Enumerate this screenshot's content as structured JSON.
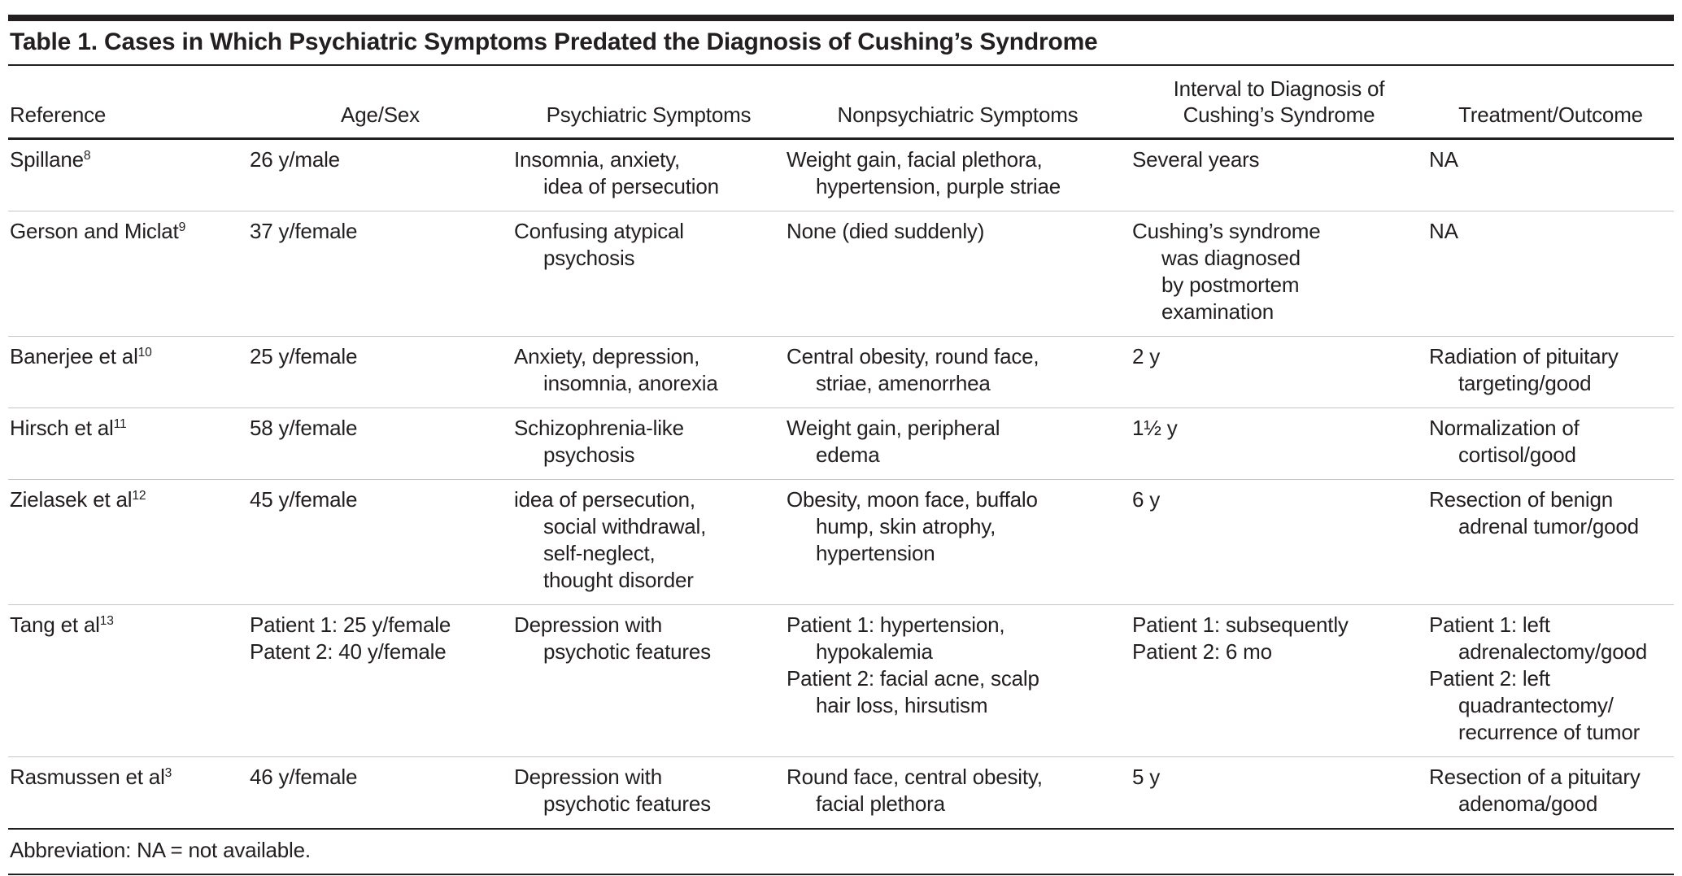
{
  "colors": {
    "text": "#231f20",
    "heavy_rule": "#231f20",
    "row_rule": "#c6c6c6",
    "background": "#ffffff"
  },
  "table": {
    "title": "Table 1. Cases in Which Psychiatric Symptoms Predated the Diagnosis of Cushing’s Syndrome",
    "columns": [
      "Reference",
      "Age/Sex",
      "Psychiatric Symptoms",
      "Nonpsychiatric Symptoms",
      "Interval to Diagnosis of Cushing’s Syndrome",
      "Treatment/Outcome"
    ],
    "rows": [
      {
        "reference": {
          "text": "Spillane",
          "sup": "8"
        },
        "age_sex": [
          [
            "26 y/male"
          ]
        ],
        "psychiatric": [
          [
            "Insomnia, anxiety,",
            "idea of persecution"
          ]
        ],
        "nonpsychiatric": [
          [
            "Weight gain, facial plethora,",
            "hypertension, purple striae"
          ]
        ],
        "interval": [
          [
            "Several years"
          ]
        ],
        "treatment": [
          [
            "NA"
          ]
        ]
      },
      {
        "reference": {
          "text": "Gerson and Miclat",
          "sup": "9"
        },
        "age_sex": [
          [
            "37 y/female"
          ]
        ],
        "psychiatric": [
          [
            "Confusing atypical",
            "psychosis"
          ]
        ],
        "nonpsychiatric": [
          [
            "None (died suddenly)"
          ]
        ],
        "interval": [
          [
            "Cushing’s syndrome",
            "was diagnosed",
            "by postmortem",
            "examination"
          ]
        ],
        "treatment": [
          [
            "NA"
          ]
        ]
      },
      {
        "reference": {
          "text": "Banerjee et al",
          "sup": "10"
        },
        "age_sex": [
          [
            "25 y/female"
          ]
        ],
        "psychiatric": [
          [
            "Anxiety, depression,",
            "insomnia, anorexia"
          ]
        ],
        "nonpsychiatric": [
          [
            "Central obesity, round face,",
            "striae, amenorrhea"
          ]
        ],
        "interval": [
          [
            "2 y"
          ]
        ],
        "treatment": [
          [
            "Radiation of pituitary",
            "targeting/good"
          ]
        ]
      },
      {
        "reference": {
          "text": "Hirsch et al",
          "sup": "11"
        },
        "age_sex": [
          [
            "58 y/female"
          ]
        ],
        "psychiatric": [
          [
            "Schizophrenia-like",
            "psychosis"
          ]
        ],
        "nonpsychiatric": [
          [
            "Weight gain, peripheral",
            "edema"
          ]
        ],
        "interval": [
          [
            "1½ y"
          ]
        ],
        "treatment": [
          [
            "Normalization of",
            "cortisol/good"
          ]
        ]
      },
      {
        "reference": {
          "text": "Zielasek et al",
          "sup": "12"
        },
        "age_sex": [
          [
            "45 y/female"
          ]
        ],
        "psychiatric": [
          [
            "idea of persecution,",
            "social withdrawal,",
            "self-neglect,",
            "thought disorder"
          ]
        ],
        "nonpsychiatric": [
          [
            "Obesity, moon face, buffalo",
            "hump, skin atrophy,",
            "hypertension"
          ]
        ],
        "interval": [
          [
            "6 y"
          ]
        ],
        "treatment": [
          [
            "Resection of benign",
            "adrenal tumor/good"
          ]
        ]
      },
      {
        "reference": {
          "text": "Tang et al",
          "sup": "13"
        },
        "age_sex": [
          [
            "Patient 1: 25 y/female"
          ],
          [
            "Patent 2: 40 y/female"
          ]
        ],
        "psychiatric": [
          [
            "Depression with",
            "psychotic features"
          ]
        ],
        "nonpsychiatric": [
          [
            "Patient 1: hypertension,",
            "hypokalemia"
          ],
          [
            "Patient 2: facial acne, scalp",
            "hair loss, hirsutism"
          ]
        ],
        "interval": [
          [
            "Patient 1: subsequently"
          ],
          [
            "Patient 2: 6 mo"
          ]
        ],
        "treatment": [
          [
            "Patient 1: left",
            "adrenalectomy/good"
          ],
          [
            "Patient 2: left",
            "quadrantectomy/",
            "recurrence of tumor"
          ]
        ]
      },
      {
        "reference": {
          "text": "Rasmussen et al",
          "sup": "3"
        },
        "age_sex": [
          [
            "46 y/female"
          ]
        ],
        "psychiatric": [
          [
            "Depression with",
            "psychotic features"
          ]
        ],
        "nonpsychiatric": [
          [
            "Round face, central obesity,",
            "facial plethora"
          ]
        ],
        "interval": [
          [
            "5 y"
          ]
        ],
        "treatment": [
          [
            "Resection of a pituitary",
            "adenoma/good"
          ]
        ]
      }
    ],
    "footnote": "Abbreviation: NA = not available."
  }
}
